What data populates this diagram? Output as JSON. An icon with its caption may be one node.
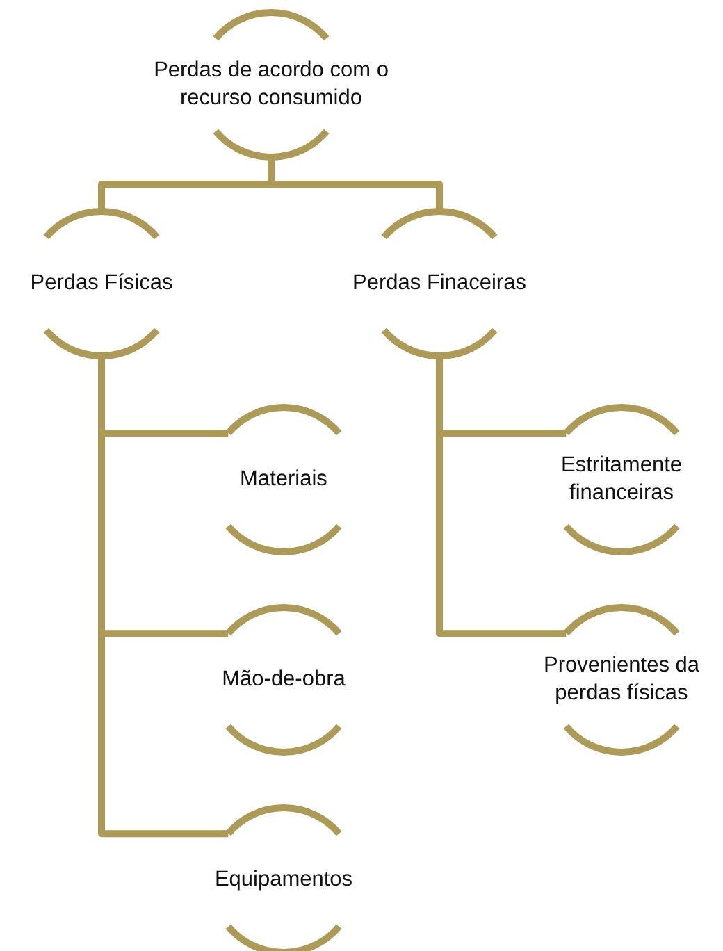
{
  "diagram": {
    "nodes": [
      {
        "text": [
          "Perdas de acordo com o recurso consumido"
        ]
      },
      {
        "text": [
          "Perdas Físicas"
        ]
      },
      {
        "text": [
          "Perdas Finaceiras"
        ]
      },
      {
        "text": [
          "Materiais"
        ]
      },
      {
        "text": [
          "Mão-de-obra"
        ]
      },
      {
        "text": [
          "Equipamentos"
        ]
      },
      {
        "text": [
          "Estritamente financeiras"
        ]
      },
      {
        "text": [
          "Provenientes da perdas físicas"
        ]
      }
    ],
    "edges": [
      {
        "from": 0,
        "to": 1,
        "arrow": "none"
      },
      {
        "from": 0,
        "to": 2,
        "arrow": "none"
      },
      {
        "from": 1,
        "to": 3,
        "arrow": "none"
      },
      {
        "from": 1,
        "to": 4,
        "arrow": "none"
      },
      {
        "from": 1,
        "to": 5,
        "arrow": "none"
      },
      {
        "from": 2,
        "to": 6,
        "arrow": "none"
      },
      {
        "from": 2,
        "to": 7,
        "arrow": "none"
      }
    ]
  }
}
